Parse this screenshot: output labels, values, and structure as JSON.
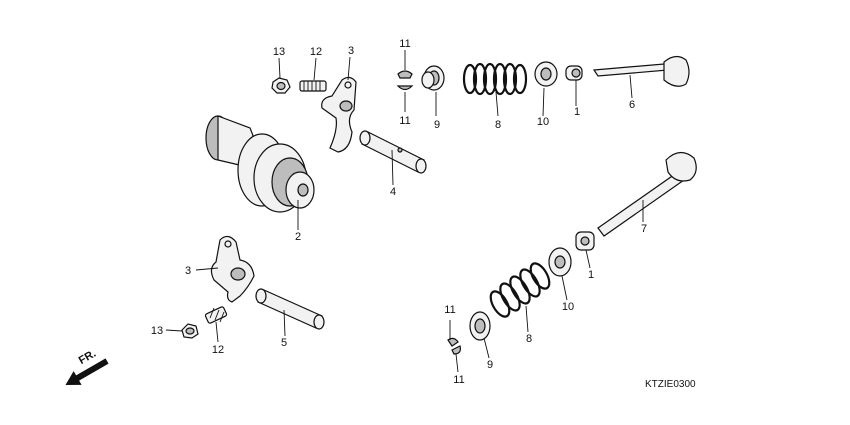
{
  "diagram": {
    "drawing_code": "KTZIE0300",
    "direction_label": "FR.",
    "callouts": [
      {
        "id": "c13a",
        "label": "13",
        "part": "nut-13-top"
      },
      {
        "id": "c12a",
        "label": "12",
        "part": "adjust-screw-12-top"
      },
      {
        "id": "c3a",
        "label": "3",
        "part": "rocker-arm-3-top"
      },
      {
        "id": "c11a",
        "label": "11",
        "part": "cotter-11-top-upper"
      },
      {
        "id": "c11b",
        "label": "11",
        "part": "cotter-11-top-lower"
      },
      {
        "id": "c9a",
        "label": "9",
        "part": "retainer-9-top"
      },
      {
        "id": "c8a",
        "label": "8",
        "part": "spring-8-top"
      },
      {
        "id": "c10a",
        "label": "10",
        "part": "spring-seat-10-top"
      },
      {
        "id": "c1a",
        "label": "1",
        "part": "stem-seal-1-top"
      },
      {
        "id": "c6",
        "label": "6",
        "part": "valve-6"
      },
      {
        "id": "c4",
        "label": "4",
        "part": "rocker-shaft-4"
      },
      {
        "id": "c2",
        "label": "2",
        "part": "camshaft-2"
      },
      {
        "id": "c7",
        "label": "7",
        "part": "valve-7"
      },
      {
        "id": "c3b",
        "label": "3",
        "part": "rocker-arm-3-bottom"
      },
      {
        "id": "c1b",
        "label": "1",
        "part": "stem-seal-1-bottom"
      },
      {
        "id": "c10b",
        "label": "10",
        "part": "spring-seat-10-bottom"
      },
      {
        "id": "c8b",
        "label": "8",
        "part": "spring-8-bottom"
      },
      {
        "id": "c11c",
        "label": "11",
        "part": "cotter-11-bottom-upper"
      },
      {
        "id": "c11d",
        "label": "11",
        "part": "cotter-11-bottom-lower"
      },
      {
        "id": "c9b",
        "label": "9",
        "part": "retainer-9-bottom"
      },
      {
        "id": "c13b",
        "label": "13",
        "part": "nut-13-bottom"
      },
      {
        "id": "c12b",
        "label": "12",
        "part": "adjust-screw-12-bottom"
      },
      {
        "id": "c5",
        "label": "5",
        "part": "rocker-shaft-5"
      }
    ]
  }
}
